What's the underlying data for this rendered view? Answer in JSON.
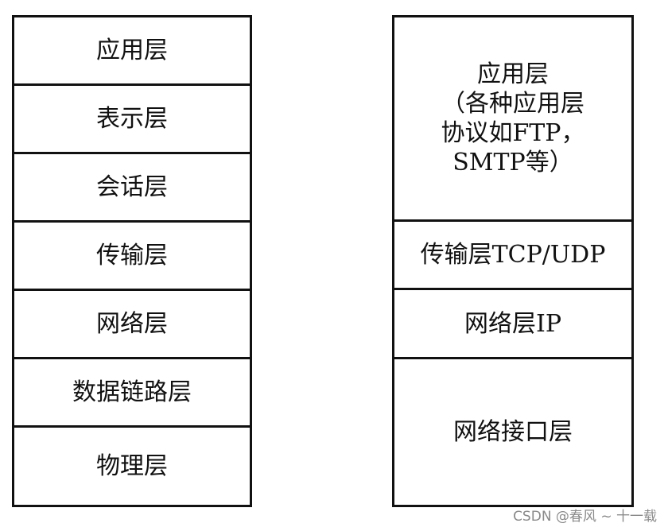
{
  "osi_stack": {
    "layers": [
      "应用层",
      "表示层",
      "会话层",
      "传输层",
      "网络层",
      "数据链路层",
      "物理层"
    ]
  },
  "tcpip_stack": {
    "application": "应用层\n（各种应用层\n协议如FTP，\nSMTP等）",
    "transport": "传输层TCP/UDP",
    "network": "网络层IP",
    "link": "网络接口层"
  },
  "watermark": "CSDN @春风 ~ 十一载"
}
